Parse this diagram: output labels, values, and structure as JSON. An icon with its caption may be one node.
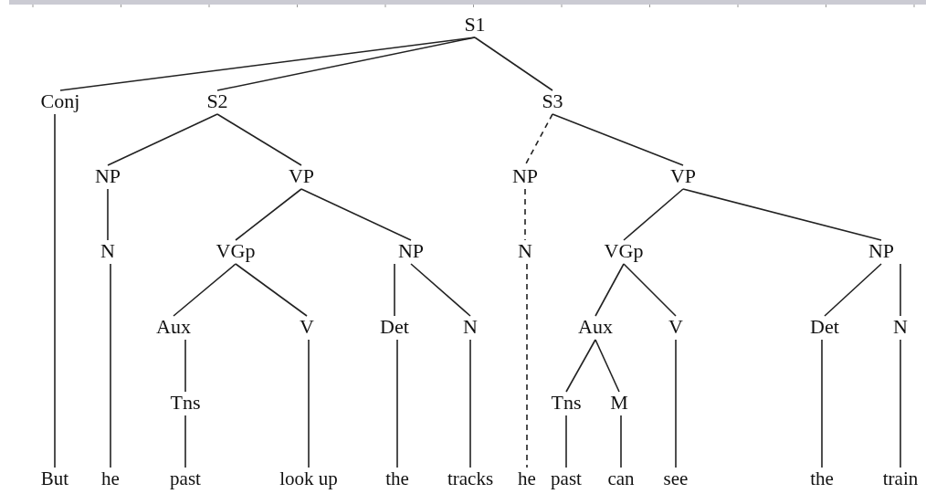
{
  "diagram": {
    "nodes": [
      {
        "text": [
          "S1"
        ]
      },
      {
        "text": [
          "Conj"
        ]
      },
      {
        "text": [
          "S2"
        ]
      },
      {
        "text": [
          "S3"
        ]
      },
      {
        "text": [
          "NP"
        ]
      },
      {
        "text": [
          "VP"
        ]
      },
      {
        "text": [
          "NP"
        ]
      },
      {
        "text": [
          "VP"
        ]
      },
      {
        "text": [
          "N"
        ]
      },
      {
        "text": [
          "VGp"
        ]
      },
      {
        "text": [
          "NP"
        ]
      },
      {
        "text": [
          "N"
        ]
      },
      {
        "text": [
          "VGp"
        ]
      },
      {
        "text": [
          "NP"
        ]
      },
      {
        "text": [
          "Aux"
        ]
      },
      {
        "text": [
          "V"
        ]
      },
      {
        "text": [
          "Det"
        ]
      },
      {
        "text": [
          "N"
        ]
      },
      {
        "text": [
          "Aux"
        ]
      },
      {
        "text": [
          "V"
        ]
      },
      {
        "text": [
          "Det"
        ]
      },
      {
        "text": [
          "N"
        ]
      },
      {
        "text": [
          "Tns"
        ]
      },
      {
        "text": [
          "Tns"
        ]
      },
      {
        "text": [
          "M"
        ]
      },
      {
        "text": [
          "But"
        ]
      },
      {
        "text": [
          "he"
        ]
      },
      {
        "text": [
          "past"
        ]
      },
      {
        "text": [
          "look up"
        ]
      },
      {
        "text": [
          "the"
        ]
      },
      {
        "text": [
          "tracks"
        ]
      },
      {
        "text": [
          "he"
        ]
      },
      {
        "text": [
          "past"
        ]
      },
      {
        "text": [
          "can"
        ]
      },
      {
        "text": [
          "see"
        ]
      },
      {
        "text": [
          "the"
        ]
      },
      {
        "text": [
          "train"
        ]
      }
    ],
    "edges": [
      {
        "from": 0,
        "to": 1,
        "arrow": "none"
      },
      {
        "from": 0,
        "to": 2,
        "arrow": "none"
      },
      {
        "from": 0,
        "to": 3,
        "arrow": "none"
      },
      {
        "from": 1,
        "to": 25,
        "arrow": "none"
      },
      {
        "from": 2,
        "to": 4,
        "arrow": "none"
      },
      {
        "from": 2,
        "to": 5,
        "arrow": "none"
      },
      {
        "from": 3,
        "to": 6,
        "arrow": "none",
        "style": "dashed"
      },
      {
        "from": 3,
        "to": 7,
        "arrow": "none"
      },
      {
        "from": 4,
        "to": 8,
        "arrow": "none"
      },
      {
        "from": 5,
        "to": 9,
        "arrow": "none"
      },
      {
        "from": 5,
        "to": 10,
        "arrow": "none"
      },
      {
        "from": 6,
        "to": 11,
        "arrow": "none",
        "style": "dashed"
      },
      {
        "from": 7,
        "to": 12,
        "arrow": "none"
      },
      {
        "from": 7,
        "to": 13,
        "arrow": "none"
      },
      {
        "from": 8,
        "to": 26,
        "arrow": "none"
      },
      {
        "from": 9,
        "to": 14,
        "arrow": "none"
      },
      {
        "from": 9,
        "to": 15,
        "arrow": "none"
      },
      {
        "from": 10,
        "to": 16,
        "arrow": "none"
      },
      {
        "from": 10,
        "to": 17,
        "arrow": "none"
      },
      {
        "from": 11,
        "to": 31,
        "arrow": "none",
        "style": "dashed"
      },
      {
        "from": 12,
        "to": 18,
        "arrow": "none"
      },
      {
        "from": 12,
        "to": 19,
        "arrow": "none"
      },
      {
        "from": 13,
        "to": 20,
        "arrow": "none"
      },
      {
        "from": 13,
        "to": 21,
        "arrow": "none"
      },
      {
        "from": 14,
        "to": 22,
        "arrow": "none"
      },
      {
        "from": 15,
        "to": 28,
        "arrow": "none"
      },
      {
        "from": 16,
        "to": 29,
        "arrow": "none"
      },
      {
        "from": 17,
        "to": 30,
        "arrow": "none"
      },
      {
        "from": 18,
        "to": 23,
        "arrow": "none"
      },
      {
        "from": 18,
        "to": 24,
        "arrow": "none"
      },
      {
        "from": 19,
        "to": 34,
        "arrow": "none"
      },
      {
        "from": 20,
        "to": 35,
        "arrow": "none"
      },
      {
        "from": 21,
        "to": 36,
        "arrow": "none"
      },
      {
        "from": 22,
        "to": 27,
        "arrow": "none"
      },
      {
        "from": 23,
        "to": 32,
        "arrow": "none"
      },
      {
        "from": 24,
        "to": 33,
        "arrow": "none"
      }
    ]
  }
}
